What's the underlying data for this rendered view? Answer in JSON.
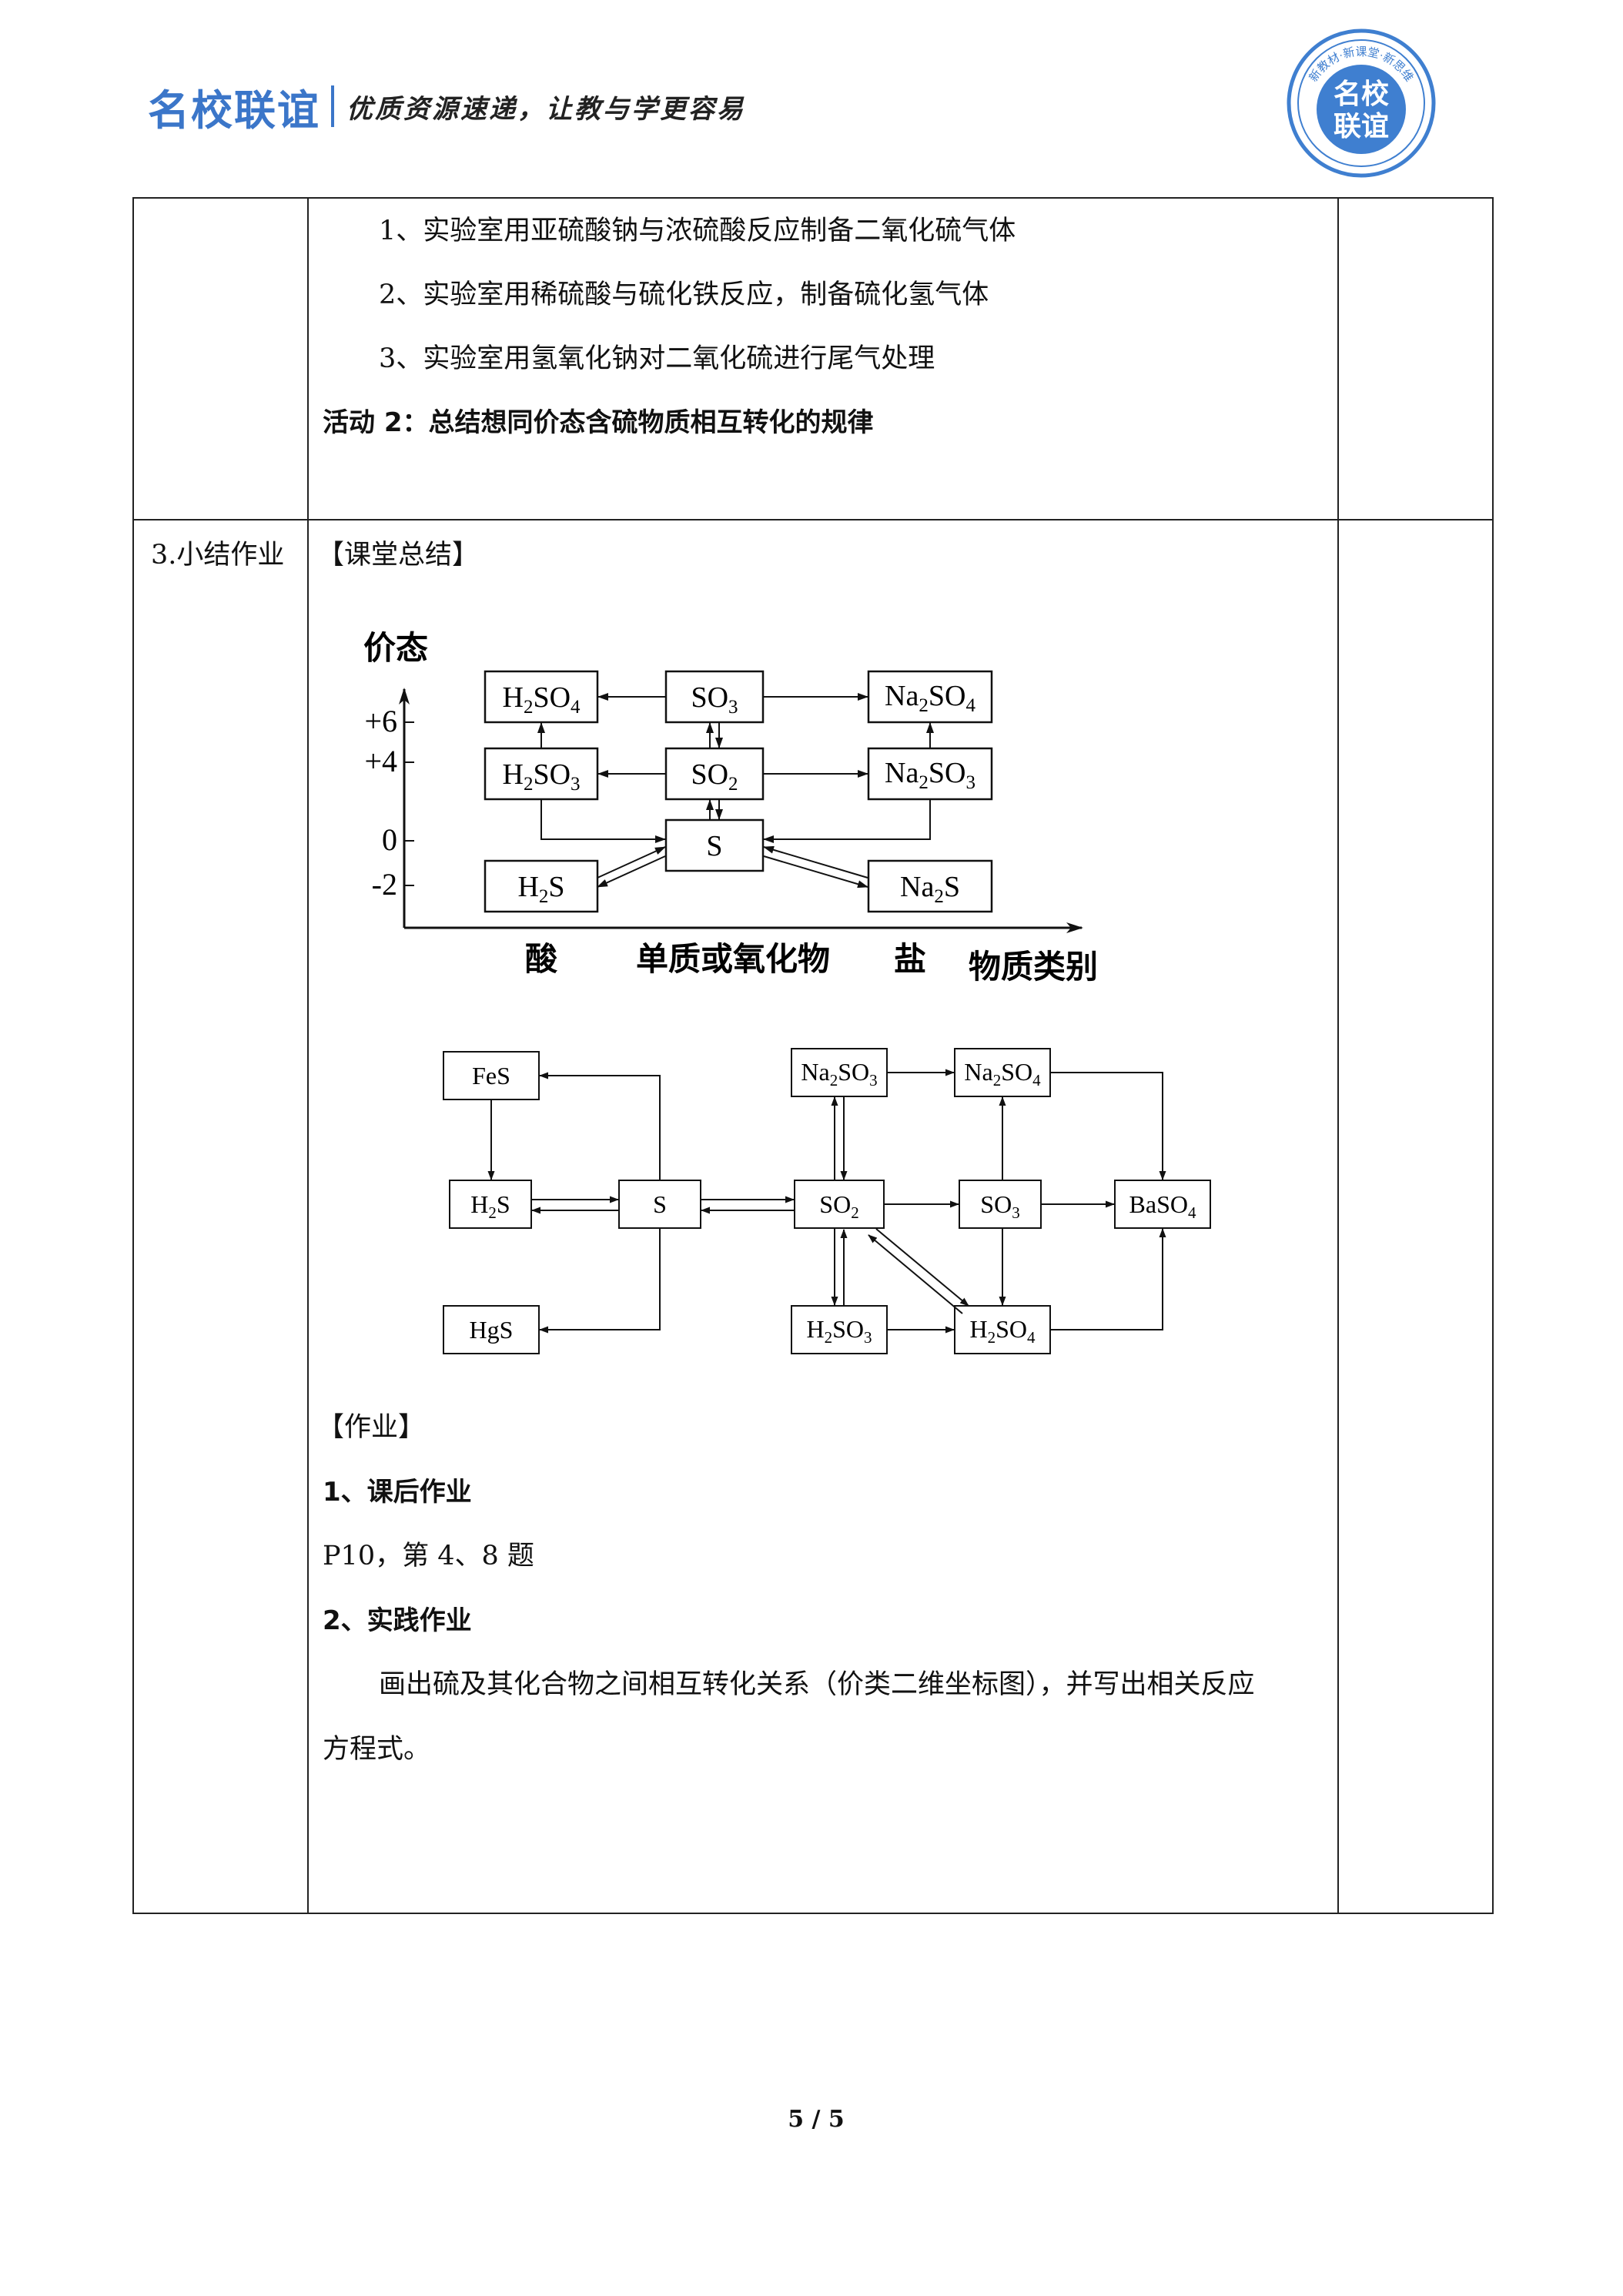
{
  "header": {
    "brand_name": "名校联谊",
    "slogan": "优质资源速递，让教与学更容易",
    "seal_top_text": "新教材·新课堂·新思维",
    "seal_center_line1": "名校",
    "seal_center_line2": "联谊"
  },
  "table": {
    "row1": {
      "items": [
        "1、实验室用亚硫酸钠与浓硫酸反应制备二氧化硫气体",
        "2、实验室用稀硫酸与硫化铁反应，制备硫化氢气体",
        "3、实验室用氢氧化钠对二氧化硫进行尾气处理"
      ],
      "activity_title": "活动 2：总结想同价态含硫物质相互转化的规律"
    },
    "row2": {
      "section_label": "3.小结作业",
      "summary_heading": "【课堂总结】",
      "homework_heading": "【作业】",
      "hw1_title": "1、课后作业",
      "hw1_text": "P10，第 4、8 题",
      "hw2_title": "2、实践作业",
      "hw2_line1": "画出硫及其化合物之间相互转化关系（价类二维坐标图），并写出相关反应",
      "hw2_line2": "方程式。"
    }
  },
  "diagram1": {
    "y_axis_label": "价态",
    "x_axis_label": "物质类别",
    "y_ticks": [
      "+6",
      "+4",
      "0",
      "-2"
    ],
    "x_categories": [
      "酸",
      "单质或氧化物",
      "盐"
    ],
    "nodes": {
      "h2so4": {
        "base": "H",
        "sub": "2",
        "rest": "SO",
        "sub2": "4"
      },
      "so3": {
        "base": "SO",
        "sub": "3"
      },
      "na2so4": {
        "base": "Na",
        "sub": "2",
        "rest": "SO",
        "sub2": "4"
      },
      "h2so3": {
        "base": "H",
        "sub": "2",
        "rest": "SO",
        "sub2": "3"
      },
      "so2": {
        "base": "SO",
        "sub": "2"
      },
      "na2so3": {
        "base": "Na",
        "sub": "2",
        "rest": "SO",
        "sub2": "3"
      },
      "s": {
        "base": "S"
      },
      "h2s": {
        "base": "H",
        "sub": "2",
        "rest": "S"
      },
      "na2s": {
        "base": "Na",
        "sub": "2",
        "rest": "S"
      }
    }
  },
  "diagram2": {
    "nodes": {
      "fes": {
        "base": "FeS"
      },
      "h2s": {
        "base": "H",
        "sub": "2",
        "rest": "S"
      },
      "hgs": {
        "base": "HgS"
      },
      "s": {
        "base": "S"
      },
      "na2so3": {
        "base": "Na",
        "sub": "2",
        "rest": "SO",
        "sub2": "3"
      },
      "na2so4": {
        "base": "Na",
        "sub": "2",
        "rest": "SO",
        "sub2": "4"
      },
      "so2": {
        "base": "SO",
        "sub": "2"
      },
      "so3": {
        "base": "SO",
        "sub": "3"
      },
      "baso4": {
        "base": "BaSO",
        "sub": "4"
      },
      "h2so3": {
        "base": "H",
        "sub": "2",
        "rest": "SO",
        "sub2": "3"
      },
      "h2so4": {
        "base": "H",
        "sub": "2",
        "rest": "SO",
        "sub2": "4"
      }
    }
  },
  "footer": {
    "page_number": "5 / 5"
  },
  "colors": {
    "brand_blue": "#3b76c9",
    "seal_blue": "#3f7fd0"
  }
}
